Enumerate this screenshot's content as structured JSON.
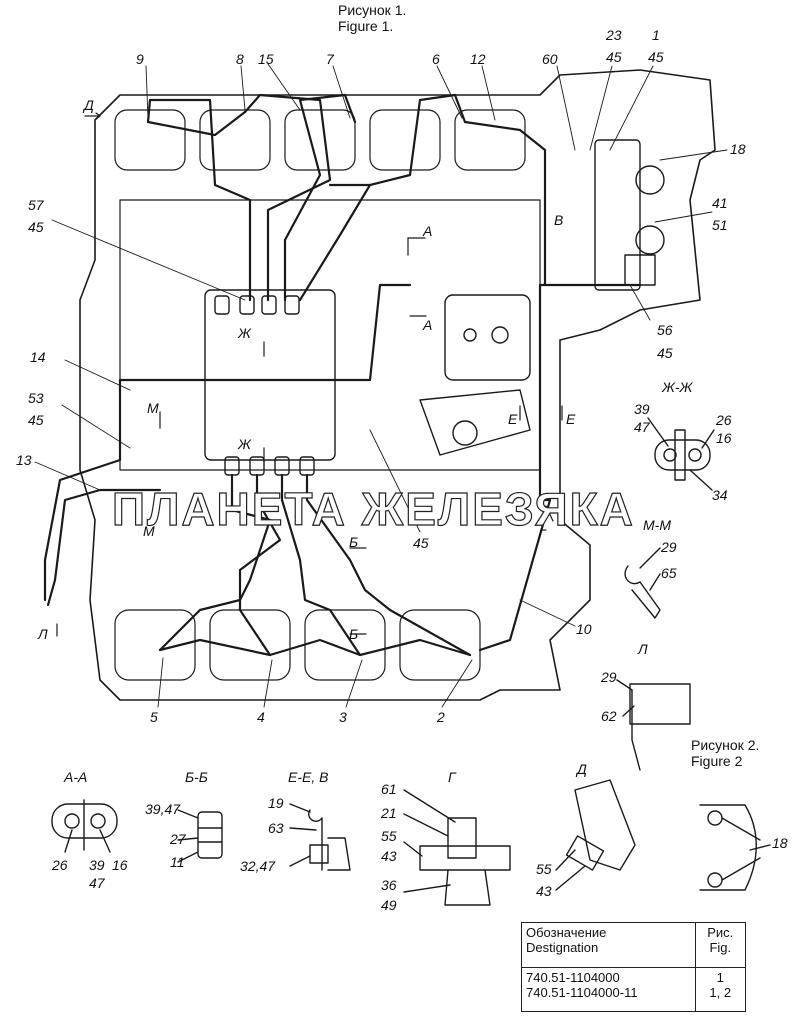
{
  "figure1": {
    "title_ru": "Рисунок 1.",
    "title_en": "Figure 1."
  },
  "figure2": {
    "title_ru": "Рисунок 2.",
    "title_en": "Figure 2"
  },
  "watermark": "ПЛАНЕТА ЖЕЛЕЗЯКА",
  "section_titles": {
    "zh": "Ж-Ж",
    "m": "М-М",
    "l": "Л",
    "aa": "А-А",
    "bb": "Б-Б",
    "ee": "Е-Е, В",
    "g": "Г",
    "d": "Д"
  },
  "main_callouts": {
    "c9": "9",
    "c8": "8",
    "c15": "15",
    "c7": "7",
    "c6": "6",
    "c12": "12",
    "c60": "60",
    "c23": "23",
    "c45a": "45",
    "c1": "1",
    "c45b": "45",
    "c18": "18",
    "c41": "41",
    "c51": "51",
    "c57": "57",
    "c45c": "45",
    "c56": "56",
    "c45d": "45",
    "c14": "14",
    "c53": "53",
    "c45e": "45",
    "c13": "13",
    "c45f": "45",
    "c10": "10",
    "c5": "5",
    "c4": "4",
    "c3": "3",
    "c2": "2"
  },
  "section_marks": {
    "d_arrow": "Д",
    "a_top": "А",
    "a_mid": "А",
    "v": "В",
    "zh_top": "Ж",
    "zh_mid": "Ж",
    "m_top": "М",
    "m_bot": "М",
    "e_left": "Е",
    "e_right": "Е",
    "g": "Г",
    "b_top": "Б",
    "b_bot": "Б",
    "l": "Л"
  },
  "detail_callouts": {
    "zh_39": "39",
    "zh_47": "47",
    "zh_26": "26",
    "zh_16": "16",
    "zh_34": "34",
    "m_29": "29",
    "m_65": "65",
    "l_29": "29",
    "l_62": "62",
    "aa_26": "26",
    "aa_39": "39",
    "aa_47": "47",
    "aa_16": "16",
    "bb_3947": "39,47",
    "bb_27": "27",
    "bb_11": "11",
    "ee_19": "19",
    "ee_63": "63",
    "ee_3247": "32,47",
    "g_61": "61",
    "g_21": "21",
    "g_55": "55",
    "g_43": "43",
    "g_36": "36",
    "g_49": "49",
    "d_55": "55",
    "d_43": "43",
    "f2_18": "18"
  },
  "legend": {
    "col1_header_ru": "Обозначение",
    "col1_header_en": "Destignation",
    "col2_header_ru": "Рис.",
    "col2_header_en": "Fig.",
    "rows": [
      {
        "designation": "740.51-1104000",
        "fig": "1"
      },
      {
        "designation": "740.51-1104000-11",
        "fig": "1, 2"
      }
    ]
  }
}
